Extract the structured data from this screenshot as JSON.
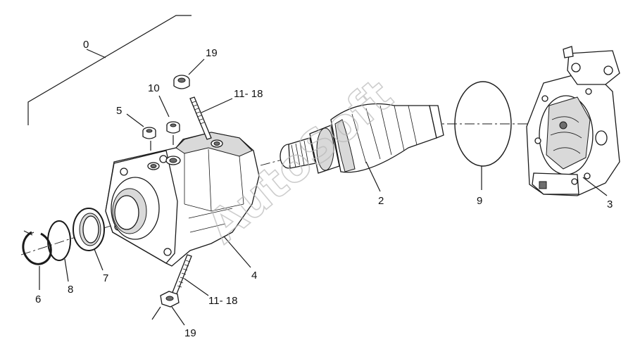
{
  "labels": {
    "l0": "0",
    "l2": "2",
    "l3": "3",
    "l4": "4",
    "l5": "5",
    "l6": "6",
    "l7": "7",
    "l8": "8",
    "l9": "9",
    "l10": "10",
    "l19_top": "19",
    "l19_bottom": "19",
    "l11_18_top": "11- 18",
    "l11_18_bottom": "11- 18"
  },
  "watermark": "AutoSoft"
}
